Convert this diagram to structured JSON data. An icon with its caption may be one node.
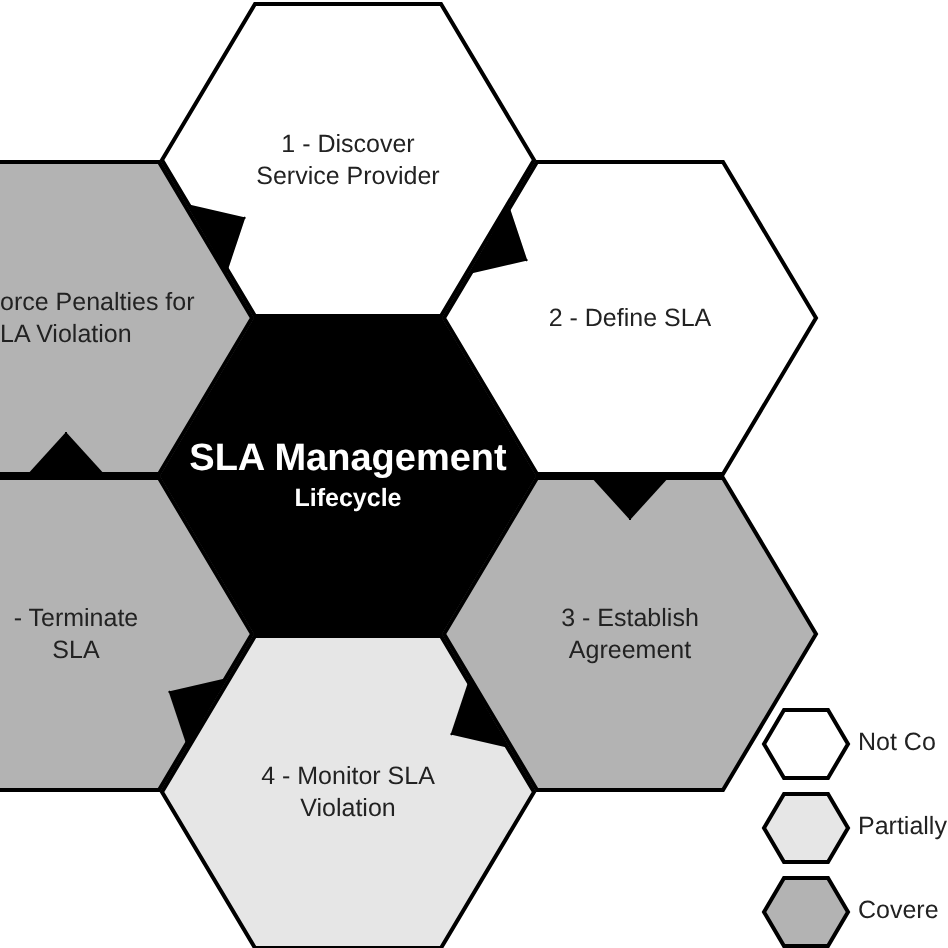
{
  "diagram": {
    "nodes": [
      {
        "text": [
          "1 - Discover Service Provider"
        ]
      },
      {
        "text": [
          "orce Penalties for LA Violation"
        ]
      },
      {
        "text": [
          "2 - Define SLA"
        ]
      },
      {
        "text": [
          "SLA Management",
          "Lifecycle"
        ]
      },
      {
        "text": [
          "- Terminate SLA"
        ]
      },
      {
        "text": [
          "3 - Establish Agreement"
        ]
      },
      {
        "text": [
          "4 - Monitor SLA Violation"
        ]
      }
    ],
    "edges": [
      {
        "from": 0,
        "to": 2,
        "arrow": "to"
      },
      {
        "from": 2,
        "to": 5,
        "arrow": "to"
      },
      {
        "from": 5,
        "to": 6,
        "arrow": "to"
      },
      {
        "from": 6,
        "to": 4,
        "arrow": "to"
      },
      {
        "from": 4,
        "to": 1,
        "arrow": "to"
      },
      {
        "from": 1,
        "to": 0,
        "arrow": "to"
      }
    ],
    "legend": [
      {
        "text": "Not Co",
        "color": "#ffffff"
      },
      {
        "text": "Partially",
        "color": "#e6e6e6"
      },
      {
        "text": "Covere",
        "color": "#b3b3b3"
      }
    ]
  }
}
